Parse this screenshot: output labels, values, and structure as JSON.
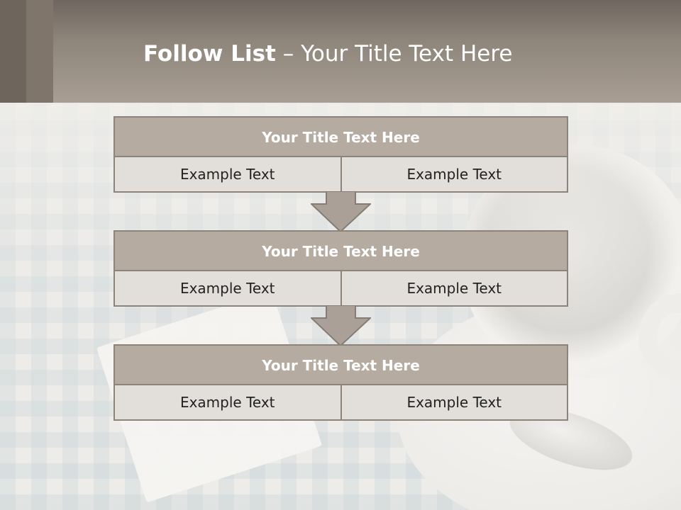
{
  "header": {
    "title_bold": "Follow List",
    "title_rest": " – Your Title Text Here"
  },
  "steps": [
    {
      "title": "Your Title Text Here",
      "left": "Example Text",
      "right": "Example Text"
    },
    {
      "title": "Your Title Text Here",
      "left": "Example Text",
      "right": "Example Text"
    },
    {
      "title": "Your Title Text Here",
      "left": "Example Text",
      "right": "Example Text"
    }
  ],
  "colors": {
    "header_band": "#8e857b",
    "box_title_fill": "#b5aba1",
    "box_cell_fill": "#e2dfdb",
    "border": "#8c837b"
  }
}
